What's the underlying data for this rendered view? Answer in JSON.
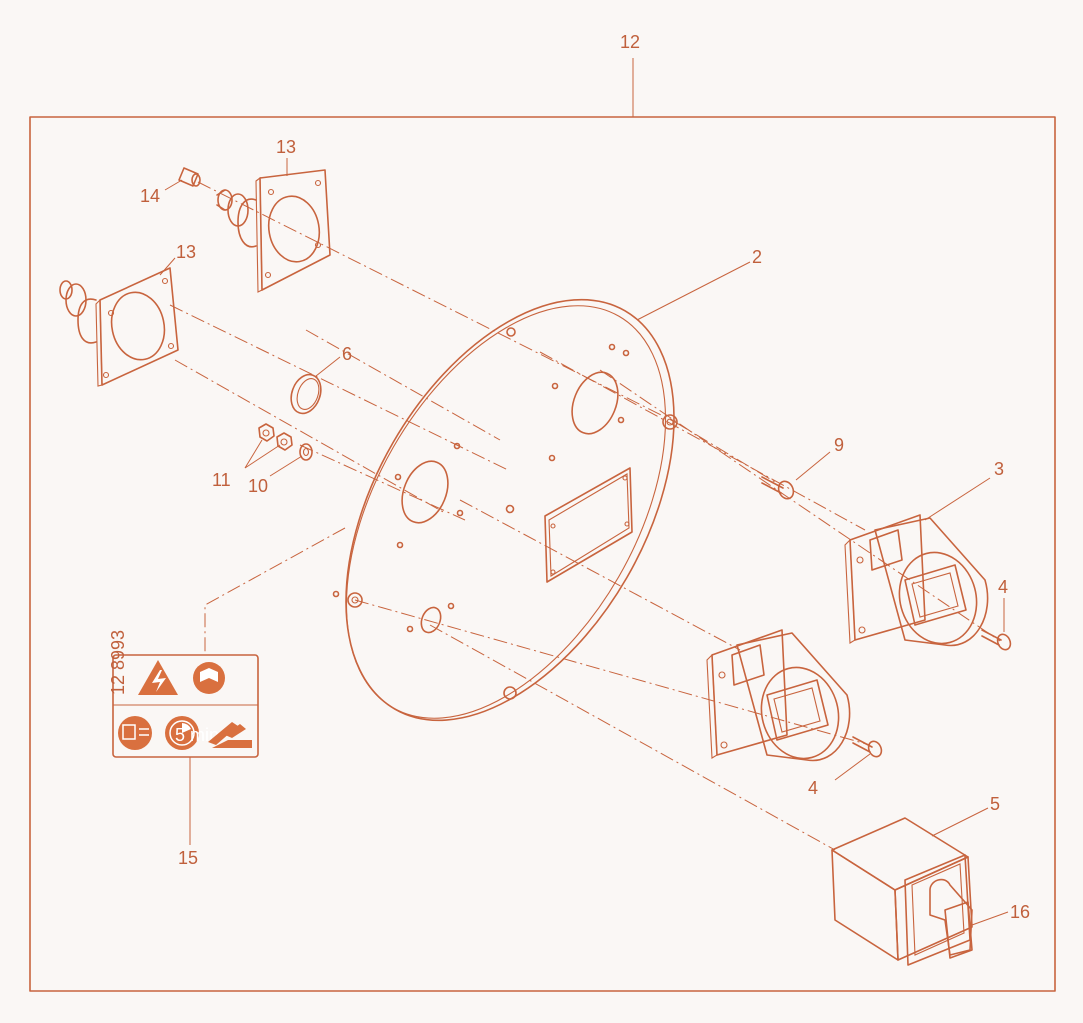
{
  "colors": {
    "line": "#c8643e",
    "fill": "#faf7f5",
    "accent": "#d9703f",
    "label": "#c0603c"
  },
  "labels": {
    "l12": "12",
    "l13a": "13",
    "l13b": "13",
    "l14": "14",
    "l2": "2",
    "l6": "6",
    "l9": "9",
    "l3": "3",
    "l11": "11",
    "l10": "10",
    "l4a": "4",
    "l4b": "4",
    "l5": "5",
    "l16": "16",
    "l15": "15"
  },
  "warning_label": {
    "code": "12 8993",
    "timer_text": "5 min"
  }
}
